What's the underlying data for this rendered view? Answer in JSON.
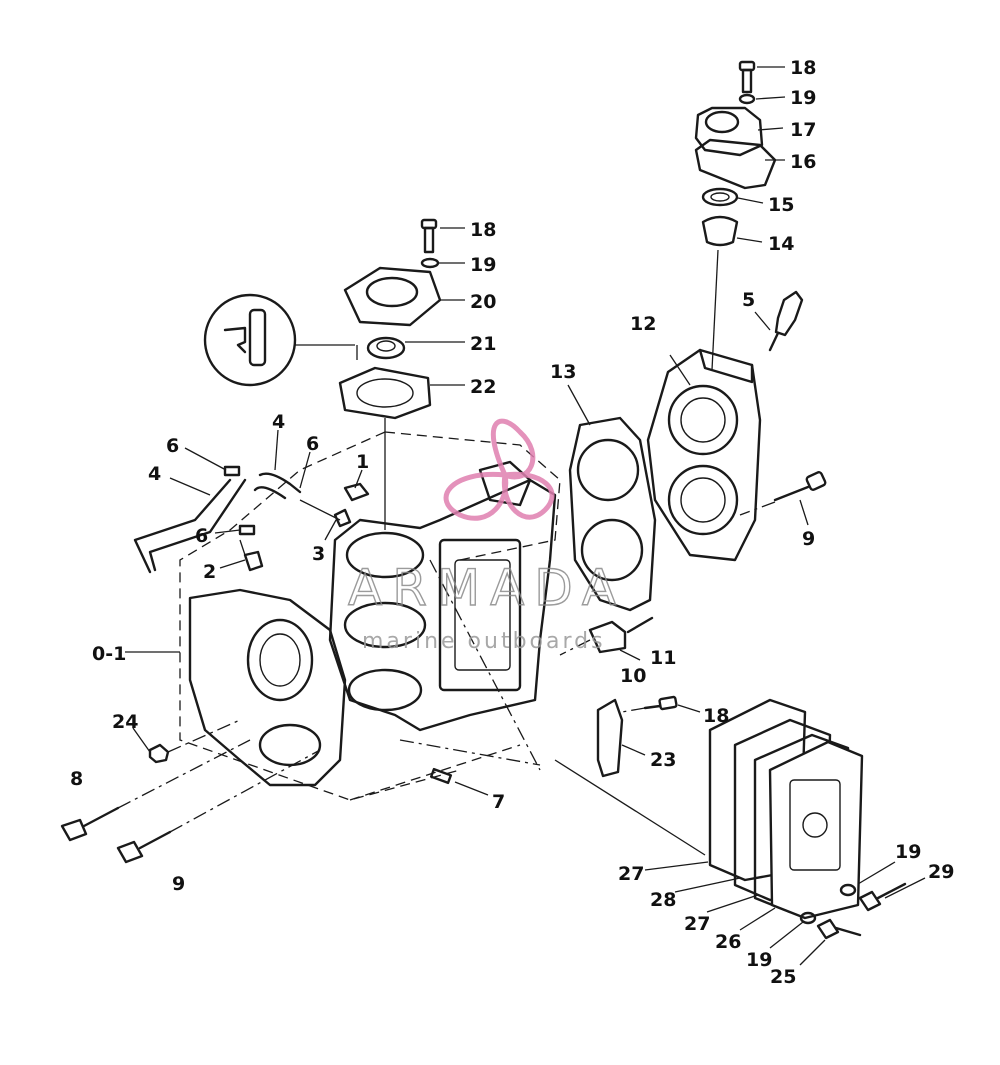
{
  "callouts": {
    "c_18a": "18",
    "c_19a": "19",
    "c_17": "17",
    "c_16": "16",
    "c_15": "15",
    "c_14": "14",
    "c_5": "5",
    "c_12": "12",
    "c_13": "13",
    "c_9a": "9",
    "c_18b": "18",
    "c_19b": "19",
    "c_20": "20",
    "c_21": "21",
    "c_22": "22",
    "c_4a": "4",
    "c_6a": "6",
    "c_6b": "6",
    "c_1": "1",
    "c_4b": "4",
    "c_6c": "6",
    "c_3": "3",
    "c_2": "2",
    "c_0_1": "0-1",
    "c_11": "11",
    "c_10": "10",
    "c_18c": "18",
    "c_23": "23",
    "c_24": "24",
    "c_8": "8",
    "c_9b": "9",
    "c_7": "7",
    "c_27a": "27",
    "c_28": "28",
    "c_27b": "27",
    "c_26": "26",
    "c_19c": "19",
    "c_25": "25",
    "c_19d": "19",
    "c_29": "29"
  },
  "watermark": {
    "brand": "ARMADA",
    "tagline": "marine outboards",
    "color": "#e07fb0"
  }
}
